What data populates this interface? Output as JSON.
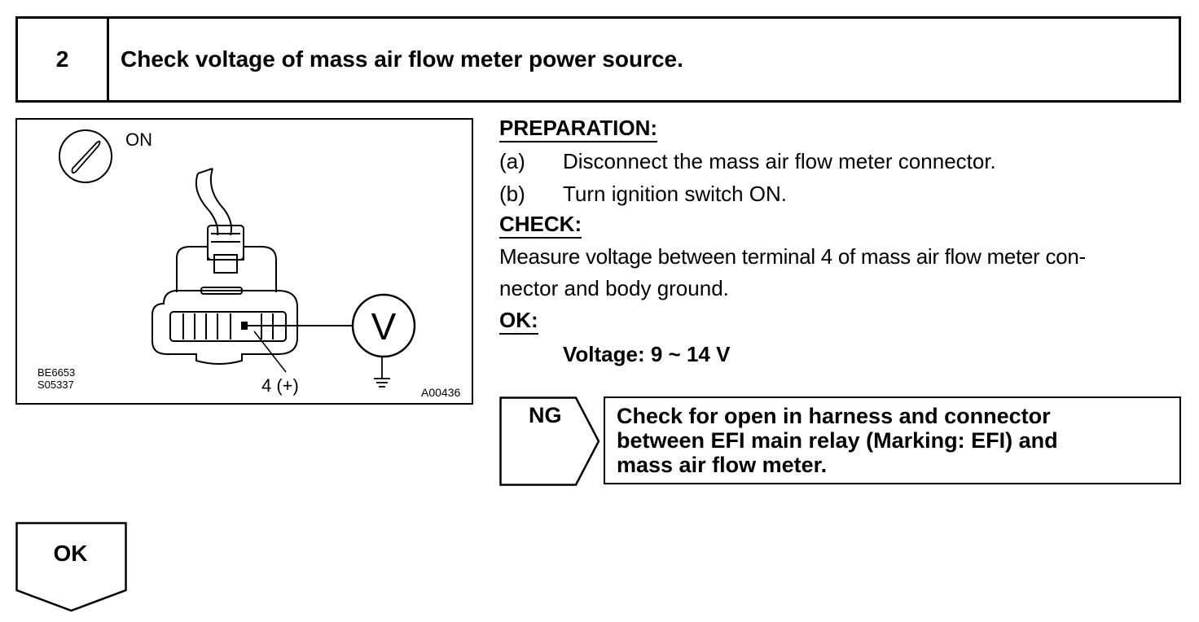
{
  "step": {
    "number": "2",
    "title": "Check voltage of mass air flow meter power source."
  },
  "illustration": {
    "switch_state": "ON",
    "ref_code_1": "BE6653",
    "ref_code_2": "S05337",
    "terminal_label": "4 (+)",
    "meter_symbol": "V",
    "figure_code": "A00436",
    "icons": [
      "ignition-key-icon",
      "ground-symbol-icon",
      "voltmeter-icon",
      "connector-icon"
    ]
  },
  "preparation": {
    "heading": "PREPARATION:",
    "items": [
      {
        "letter": "(a)",
        "text": "Disconnect the mass air flow meter connector."
      },
      {
        "letter": "(b)",
        "text": "Turn ignition switch ON."
      }
    ]
  },
  "check": {
    "heading": "CHECK:",
    "line1": "Measure voltage between terminal 4 of mass air flow meter con-",
    "line2": "nector and body ground."
  },
  "ok_spec": {
    "heading": "OK:",
    "value": "Voltage: 9 ~ 14 V"
  },
  "ng_result": {
    "label": "NG",
    "line1": "Check for open in harness and connector",
    "line2": "between EFI main relay (Marking: EFI) and",
    "line3": "mass air flow meter."
  },
  "ok_result": {
    "label": "OK"
  }
}
